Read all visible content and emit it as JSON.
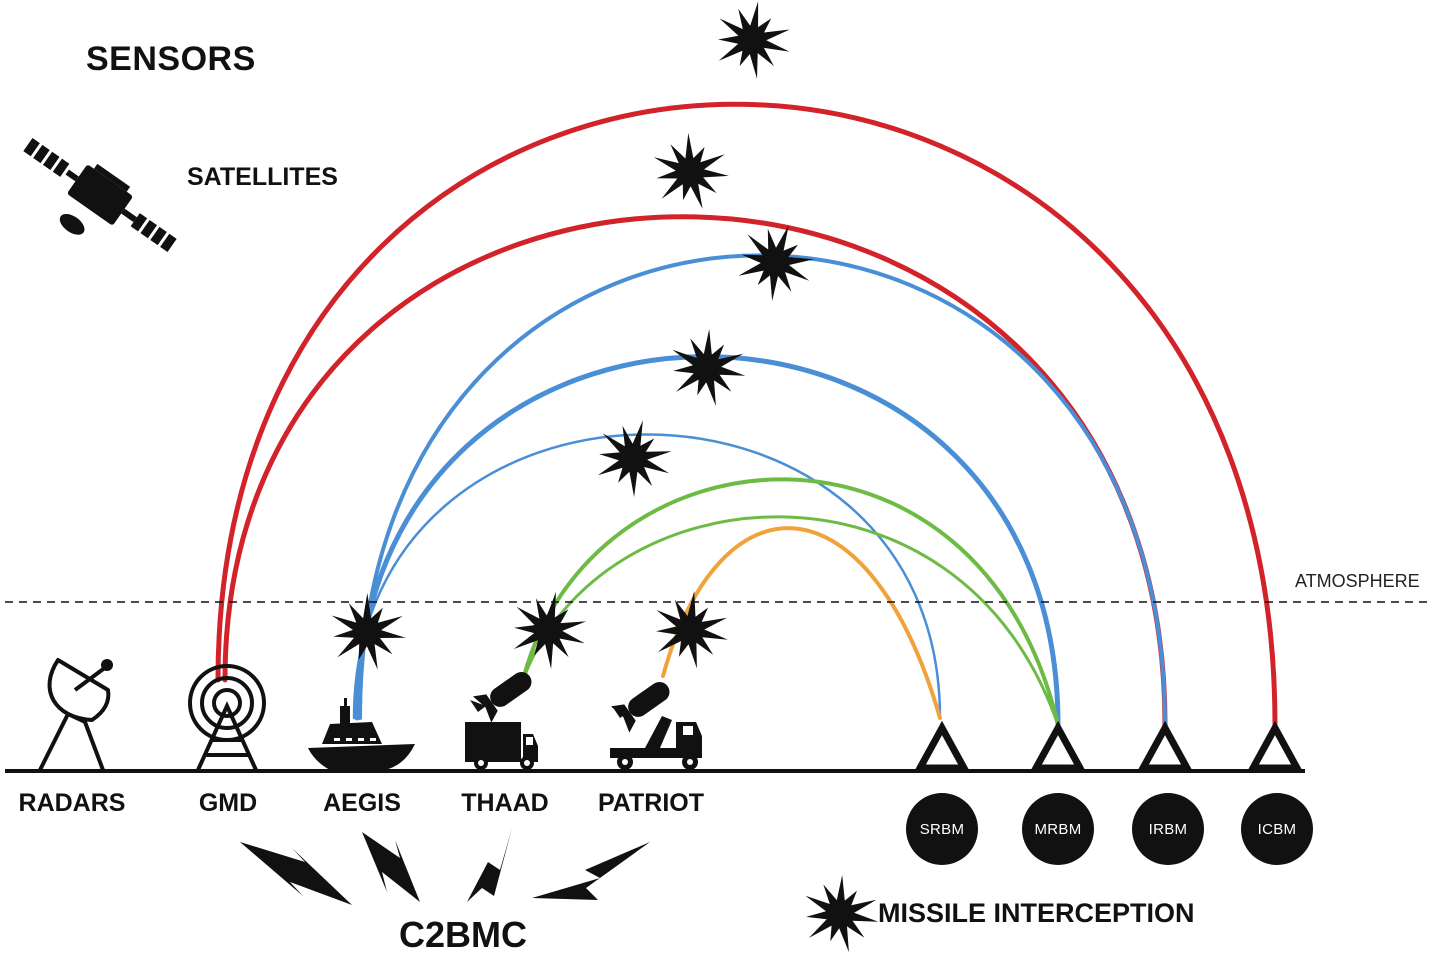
{
  "sensors": {
    "heading": "SENSORS",
    "satellites_label": "SATELLITES"
  },
  "atmosphere_label": "ATMOSPHERE",
  "platforms": [
    "RADARS",
    "GMD",
    "AEGIS",
    "THAAD",
    "PATRIOT"
  ],
  "threats": [
    "SRBM",
    "MRBM",
    "IRBM",
    "ICBM"
  ],
  "c2_label": "C2BMC",
  "legend": {
    "interception_label": "MISSILE INTERCEPTION"
  },
  "colors": {
    "red_arc": "#d2232a",
    "blue_arc": "#4a8fd6",
    "green_arc": "#6dbb45",
    "orange_arc": "#f0a23b",
    "ink": "#111111"
  },
  "icons": [
    "satellite-icon",
    "radar-dish-icon",
    "gmd-tower-icon",
    "aegis-ship-icon",
    "thaad-truck-icon",
    "patriot-launcher-icon",
    "launch-site-icon",
    "explosion-icon",
    "lightning-bolt-icon"
  ]
}
